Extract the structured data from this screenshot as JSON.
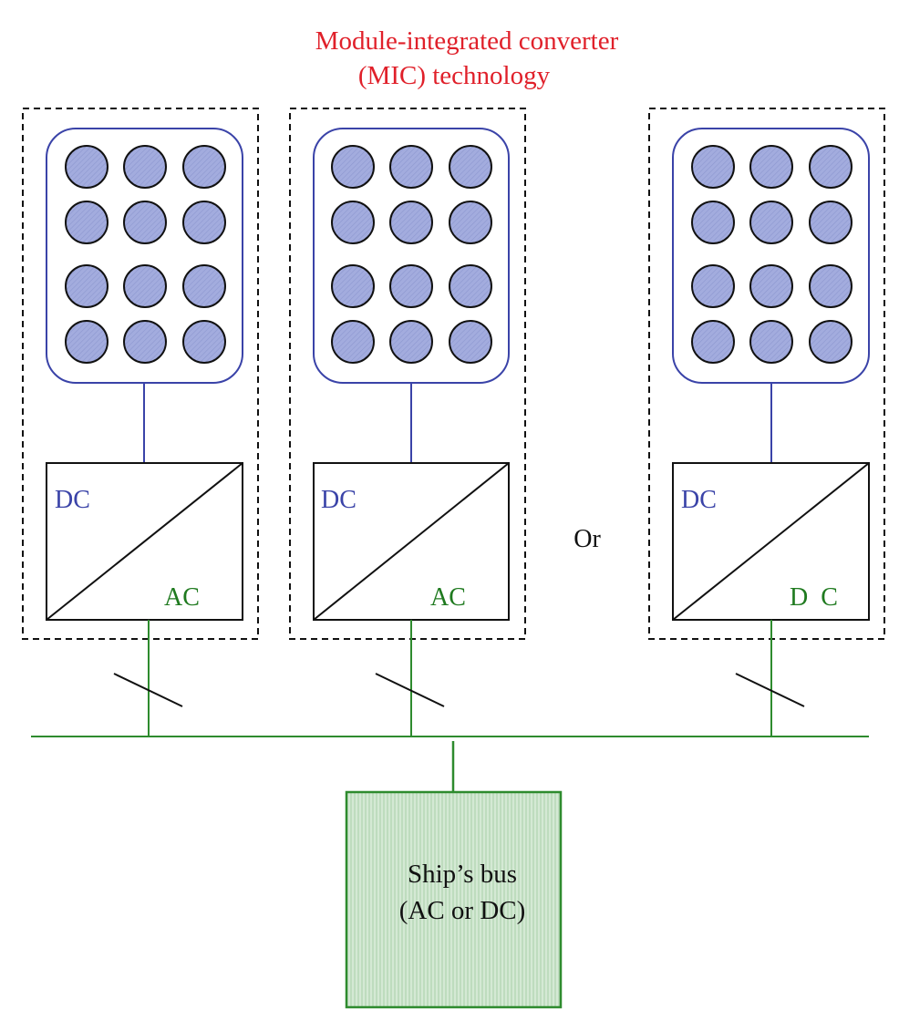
{
  "title": {
    "line1": "Module-integrated converter",
    "line2": "(MIC) technology"
  },
  "modules": [
    {
      "input_label": "DC",
      "output_label": "AC"
    },
    {
      "input_label": "DC",
      "output_label": "AC"
    },
    {
      "input_label": "DC",
      "output_label": "D  C"
    }
  ],
  "separator_label": "Or",
  "bus": {
    "line1": "Ship’s bus",
    "line2": "(AC or DC)"
  },
  "colors": {
    "title": "#e0202a",
    "panel_stroke": "#3a43a8",
    "cell_fill": "#9aa4d8",
    "dc_label": "#3a43a8",
    "ac_label": "#1f7a1f",
    "bus_line": "#2e8b2e",
    "bus_fill": "#cfe6cf"
  }
}
